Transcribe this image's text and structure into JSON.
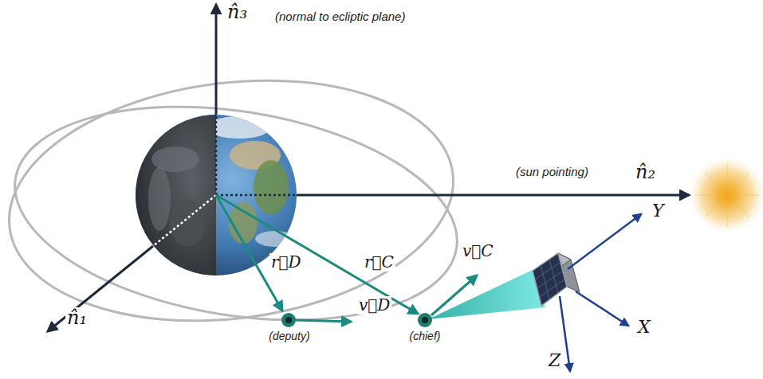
{
  "diagram": {
    "labels": [
      "n̂₃",
      "(normal to ecliptic plane)",
      "(sun pointing)",
      "n̂₂",
      "r⃗D",
      "r⃗C",
      "v⃗C",
      "Y",
      "n̂₁",
      "(deputy)",
      "v⃗D",
      "(chief)",
      "X",
      "Z"
    ]
  }
}
